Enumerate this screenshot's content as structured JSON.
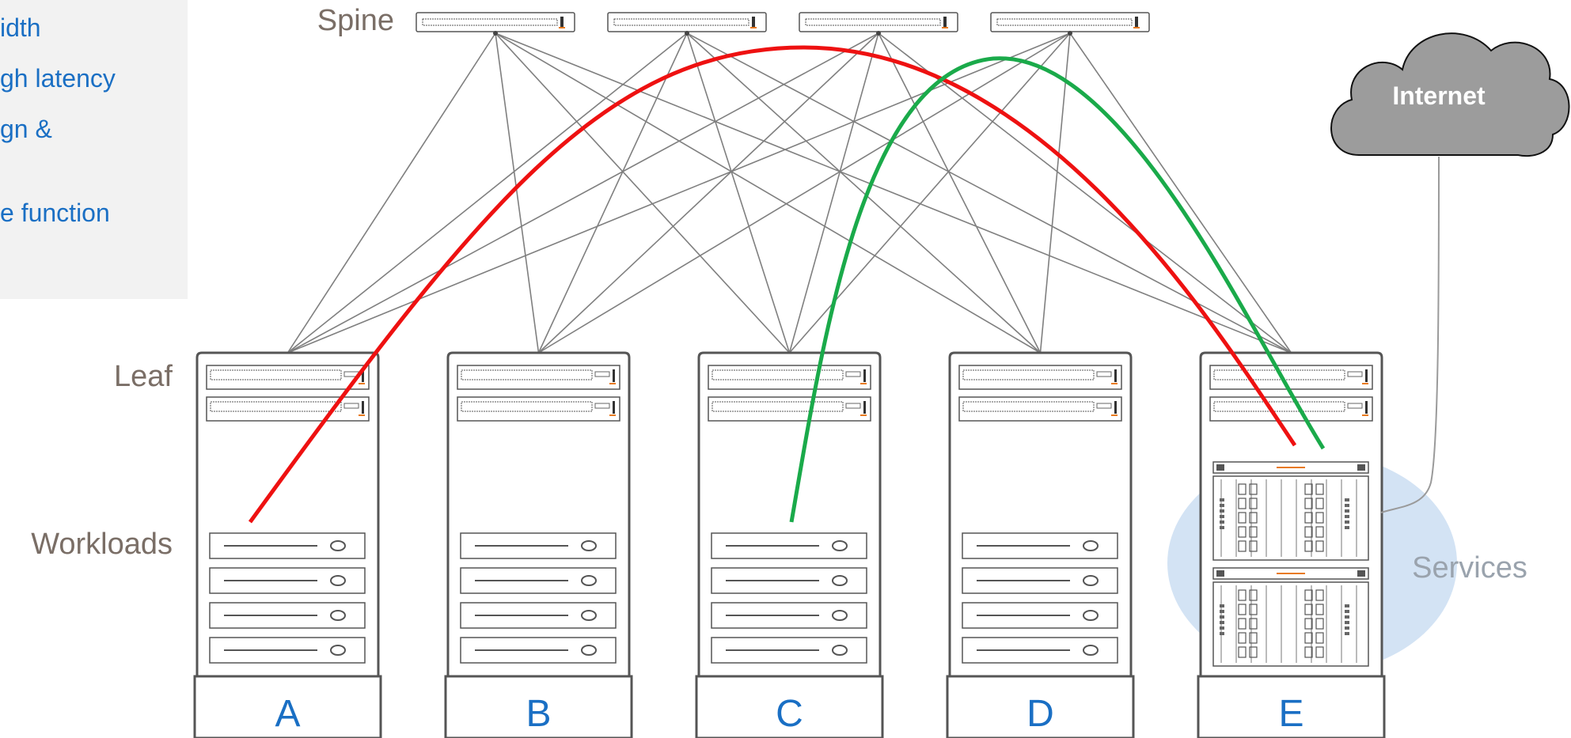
{
  "notes": {
    "lines": [
      "idth",
      "gh latency",
      "gn &",
      "",
      "e function"
    ]
  },
  "tiers": {
    "spine": "Spine",
    "leaf": "Leaf",
    "workloads": "Workloads",
    "services": "Services"
  },
  "cloud": {
    "label": "Internet"
  },
  "racks": [
    {
      "label": "A"
    },
    {
      "label": "B"
    },
    {
      "label": "C"
    },
    {
      "label": "D"
    },
    {
      "label": "E"
    }
  ],
  "colors": {
    "mesh_lines": "#7f7f7f",
    "red_path": "#ee1111",
    "green_path": "#1aaa4a",
    "label_blue": "#1a6fc4",
    "cloud_fill": "#9c9c9c",
    "services_zone": "#d3e3f4"
  }
}
